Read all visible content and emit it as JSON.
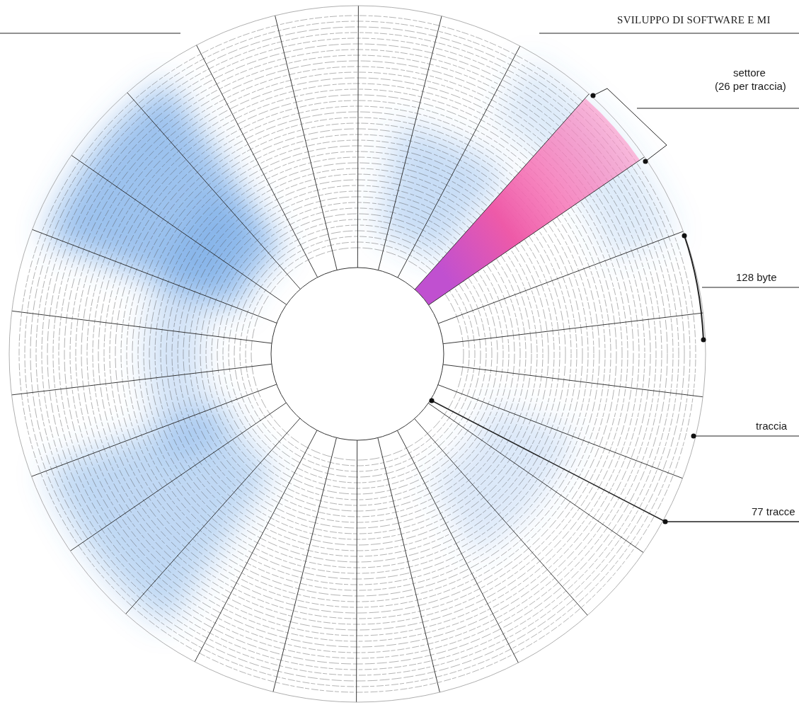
{
  "diagram": {
    "labels": [
      "SVILUPPO DI SOFTWARE E MI",
      "settore",
      "(26 per traccia)",
      "128 byte",
      "traccia",
      "77 tracce"
    ]
  }
}
